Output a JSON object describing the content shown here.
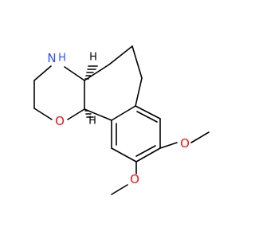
{
  "molecule": {
    "atoms": {
      "n": {
        "symbol": "N",
        "hydrogen": "H"
      },
      "o_ring": {
        "symbol": "O"
      },
      "h_upper": {
        "symbol": "H"
      },
      "h_lower": {
        "symbol": "H"
      },
      "o_methoxy_1": {
        "symbol": "O"
      },
      "o_methoxy_2": {
        "symbol": "O"
      }
    },
    "colors": {
      "bond": "#000000",
      "nitrogen": "#3050f8",
      "oxygen": "#ff0d0d",
      "carbon": "#000000",
      "hydrogen": "#000000"
    }
  }
}
